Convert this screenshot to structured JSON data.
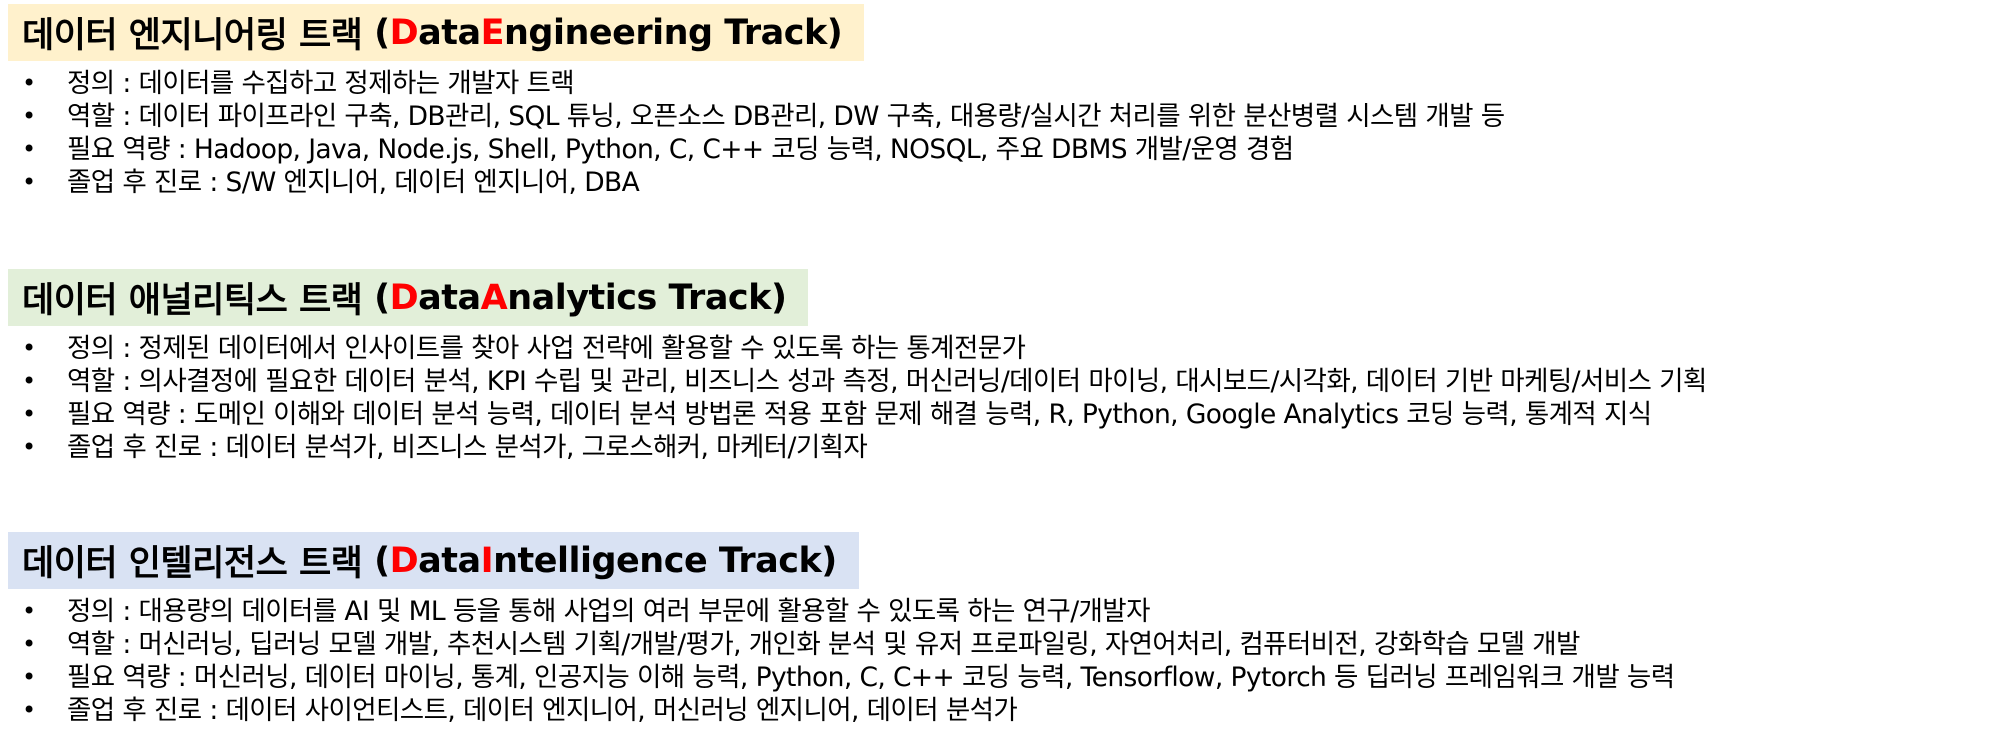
{
  "sections": [
    {
      "title_ko": "데이터 엔지니어링 트랙",
      "title_open": "(",
      "title_d": "D",
      "title_mid": "ata ",
      "title_e": "E",
      "title_rest": "ngineering Track)",
      "bullets": [
        "정의 : 데이터를 수집하고 정제하는 개발자 트랙",
        "역할 : 데이터 파이프라인 구축, DB관리, SQL 튜닝, 오픈소스 DB관리, DW 구축, 대용량/실시간 처리를 위한 분산병렬 시스템 개발 등",
        "필요 역량 : Hadoop, Java, Node.js, Shell, Python, C, C++ 코딩 능력, NOSQL, 주요 DBMS 개발/운영 경험",
        "졸업 후 진로 : S/W 엔지니어, 데이터 엔지니어, DBA"
      ]
    },
    {
      "title_ko": "데이터 애널리틱스 트랙",
      "title_open": "(",
      "title_d": "D",
      "title_mid": "ata ",
      "title_e": "A",
      "title_rest": "nalytics Track)",
      "bullets": [
        "정의 : 정제된 데이터에서 인사이트를 찾아 사업 전략에 활용할 수 있도록 하는 통계전문가",
        "역할 : 의사결정에 필요한 데이터 분석, KPI 수립 및 관리, 비즈니스 성과 측정, 머신러닝/데이터 마이닝, 대시보드/시각화, 데이터 기반 마케팅/서비스 기획",
        "필요 역량 : 도메인 이해와 데이터 분석 능력, 데이터 분석 방법론 적용 포함 문제 해결 능력, R, Python, Google Analytics 코딩 능력, 통계적 지식",
        "졸업 후 진로 : 데이터 분석가, 비즈니스 분석가, 그로스해커, 마케터/기획자"
      ]
    },
    {
      "title_ko": "데이터 인텔리전스 트랙",
      "title_open": "(",
      "title_d": "D",
      "title_mid": "ata ",
      "title_e": "I",
      "title_rest": "ntelligence Track)",
      "bullets": [
        "정의 : 대용량의 데이터를 AI 및 ML 등을 통해 사업의 여러 부문에 활용할 수 있도록 하는 연구/개발자",
        "역할 : 머신러닝, 딥러닝 모델 개발, 추천시스템 기획/개발/평가, 개인화 분석 및 유저 프로파일링, 자연어처리, 컴퓨터비전, 강화학습 모델 개발",
        "필요 역량 : 머신러닝, 데이터 마이닝, 통계, 인공지능 이해 능력, Python, C, C++ 코딩 능력, Tensorflow, Pytorch 등 딥러닝 프레임워크 개발 능력",
        "졸업 후 진로 : 데이터 사이언티스트, 데이터 엔지니어, 머신러닝 엔지니어, 데이터 분석가"
      ]
    }
  ],
  "bullet_glyph": "•",
  "colors": {
    "highlight_red": "#ff0000",
    "engineering_bg": "#fff1cc",
    "analytics_bg": "#e2efd9",
    "intelligence_bg": "#d9e2f3"
  }
}
